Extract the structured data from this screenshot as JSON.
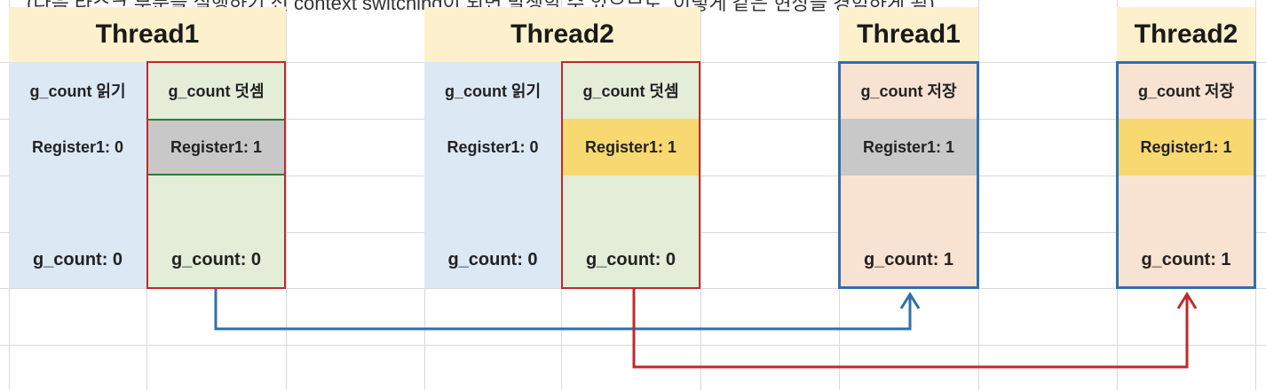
{
  "caption": "(다음 타스크 부분을 실행하기 전 context switching이 되면 발생할 수 있으므로, 이렇게 같은 현상을 경험하게 됨)",
  "columns": [
    {
      "header": "Thread1",
      "read_label": "g_count 읽기",
      "op_label": "g_count 덧셈",
      "reg_before": "Register1: 0",
      "reg_after": "Register1: 1",
      "gcount_before": "g_count: 0",
      "gcount_after": "g_count: 0"
    },
    {
      "header": "Thread2",
      "read_label": "g_count 읽기",
      "op_label": "g_count 덧셈",
      "reg_before": "Register1: 0",
      "reg_after": "Register1: 1",
      "gcount_before": "g_count: 0",
      "gcount_after": "g_count: 0"
    },
    {
      "header": "Thread1",
      "op_label": "g_count 저장",
      "reg": "Register1: 1",
      "gcount": "g_count: 1"
    },
    {
      "header": "Thread2",
      "op_label": "g_count 저장",
      "reg": "Register1: 1",
      "gcount": "g_count: 1"
    }
  ],
  "colors": {
    "header_bg": "#fdf0cc",
    "read_bg": "#dde8f5",
    "add_bg": "#e3edd8",
    "save_bg": "#f8e2d2",
    "reg_gray": "#c8c8c8",
    "reg_yellow": "#f8d870",
    "red": "#c0292b",
    "blue": "#2f6fb0"
  }
}
